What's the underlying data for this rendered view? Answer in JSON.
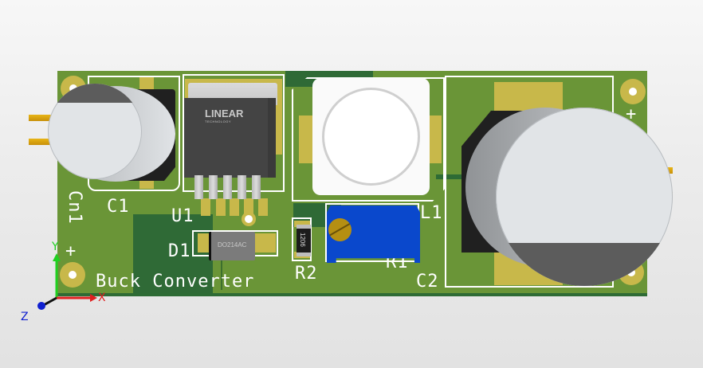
{
  "board": {
    "title": "Buck Converter",
    "colors": {
      "substrate": "#6a9537",
      "copper_pour": "#2f6a36",
      "pad": "#c8b84a",
      "silkscreen": "#ffffff",
      "background_top": "#f7f7f7",
      "background_bottom": "#e2e2e2"
    }
  },
  "designators": {
    "c1": "C1",
    "u1": "U1",
    "d1": "D1",
    "r2": "R2",
    "r1": "R1",
    "l1": "L1",
    "c2": "C2",
    "cn1": "Cn1"
  },
  "polarity": {
    "left": "+",
    "right": "+"
  },
  "components": {
    "u1_brand": "LINEAR",
    "u1_brand_sub": "TECHNOLOGY",
    "d1_package": "DO214AC",
    "r2_package": "1206"
  },
  "axes": {
    "x": "X",
    "y": "Y",
    "z": "Z",
    "x_color": "#e02020",
    "y_color": "#20d020",
    "z_color": "#1020d0"
  }
}
